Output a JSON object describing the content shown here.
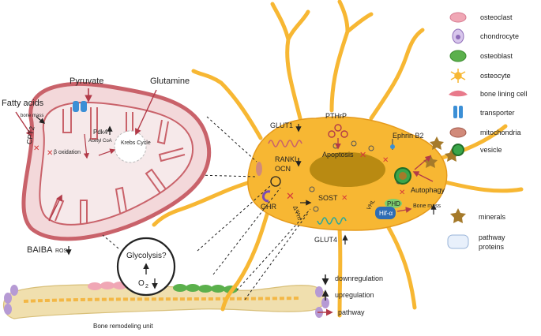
{
  "colors": {
    "osteocyte_body": "#f7b733",
    "osteocyte_outline": "#e59a1c",
    "nucleus": "#b98a12",
    "mito_outer": "#c9626a",
    "mito_fill": "#f3d8da",
    "mito_inner": "#f6e9ea",
    "pathway_arrow": "#b23a48",
    "transporter": "#3b8fd6",
    "green_vesicle": "#3aa54a",
    "mineral": "#a57a2a",
    "bone": "#f0dfae",
    "osteoclast": "#f0a7b5",
    "osteoblast": "#5bb04c",
    "chondrocyte": "#b69ad4",
    "pathway_protein": "#e8f0fb",
    "hif_blue": "#2f6db4",
    "phd_green": "#7dcf6e"
  },
  "left": {
    "fatty_acids": "Fatty acids",
    "pyruvate": "Pyruvate",
    "glutamine": "Glutamine",
    "bone_mass_small": "bone mass",
    "cpt2": "CPT2",
    "beta_oxidation": "β oxidation",
    "acetyl_coa": "Acetyl CoA",
    "pdk4": "Pdk4",
    "krebs_cycle": "Krebs Cycle",
    "baiba": "BAIBA",
    "ros": "ROS",
    "glycolysis": "Glycolysis?",
    "o2": "O",
    "o2_sub": "2",
    "bone_remodeling": "Bone remodeling unit"
  },
  "cell": {
    "glut1": "GLUT1",
    "rankl": "RANKL",
    "ocn": "OCN",
    "pthrp": "PTHrP",
    "apoptosis": "Apoptosis",
    "ephrin": "Ephrin B2",
    "autophagy": "Autophagy",
    "sost": "SOST",
    "vhl": "VHL",
    "phd": "PHD",
    "hif": "Hif-α",
    "bone_mass": "Bone mass",
    "glut4": "GLUT4",
    "ghr": "GHR",
    "delta_psi": "ΔΨm"
  },
  "legend": {
    "items": [
      {
        "label": "osteoclast",
        "icon": "osteoclast-icon"
      },
      {
        "label": "chondrocyte",
        "icon": "chondrocyte-icon"
      },
      {
        "label": "osteoblast",
        "icon": "osteoblast-icon"
      },
      {
        "label": "osteocyte",
        "icon": "osteocyte-icon"
      },
      {
        "label": "bone lining cell",
        "icon": "bone-lining-cell-icon"
      },
      {
        "label": "transporter",
        "icon": "transporter-icon"
      },
      {
        "label": "mitochondria",
        "icon": "mitochondria-icon"
      },
      {
        "label": "vesicle",
        "icon": "vesicle-icon"
      }
    ],
    "minerals": "minerals",
    "pathway_proteins_1": "pathway",
    "pathway_proteins_2": "proteins",
    "downregulation": "downregulation",
    "upregulation": "upregulation",
    "pathway": "pathway"
  }
}
